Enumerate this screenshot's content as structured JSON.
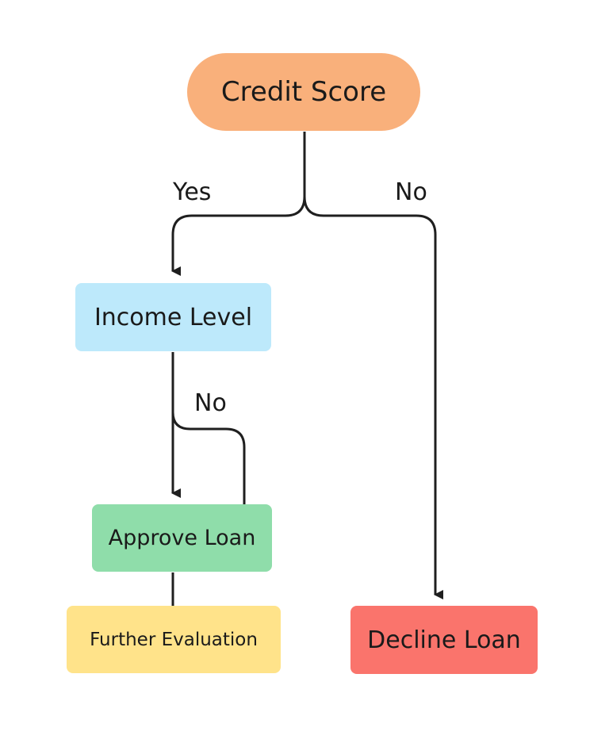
{
  "diagram": {
    "colors": {
      "edge": "#1f1f1f",
      "text": "#1a1a1a"
    },
    "nodes": {
      "credit_score": {
        "label": "Credit Score",
        "fill": "#F9B07B",
        "shape": "stadium"
      },
      "income_level": {
        "label": "Income Level",
        "fill": "#BDE9FB",
        "shape": "rounded-rect"
      },
      "approve_loan": {
        "label": "Approve Loan",
        "fill": "#8FDDAA",
        "shape": "rounded-rect"
      },
      "further_evaluation": {
        "label": "Further Evaluation",
        "fill": "#FFE38A",
        "shape": "rounded-rect"
      },
      "decline_loan": {
        "label": "Decline Loan",
        "fill": "#FA746C",
        "shape": "rounded-rect"
      }
    },
    "edges": [
      {
        "from": "credit_score",
        "to": "income_level",
        "label": "Yes",
        "arrow": true
      },
      {
        "from": "credit_score",
        "to": "decline_loan",
        "label": "No",
        "arrow": true
      },
      {
        "from": "income_level",
        "to": "approve_loan",
        "label": "",
        "arrow": true
      },
      {
        "from": "income_level",
        "to": "approve_loan",
        "label": "No",
        "arrow": false
      },
      {
        "from": "approve_loan",
        "to": "further_evaluation",
        "label": "",
        "arrow": false
      }
    ],
    "edge_labels": {
      "yes": "Yes",
      "no_right": "No",
      "no_mid": "No"
    }
  }
}
